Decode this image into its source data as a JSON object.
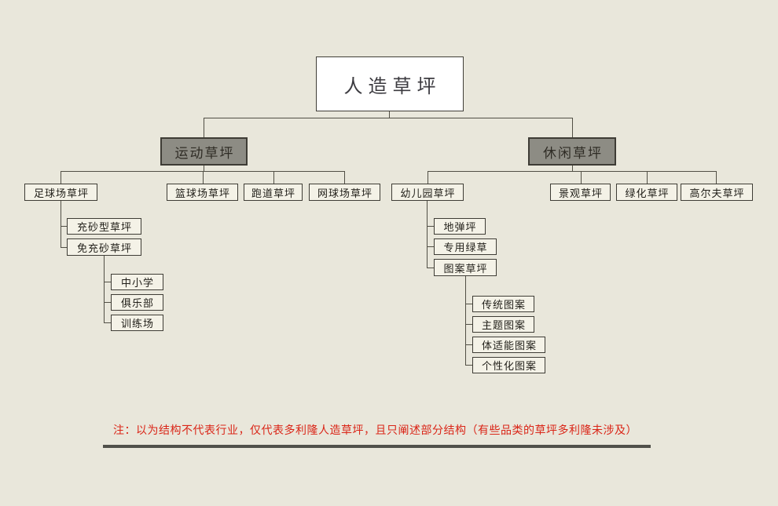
{
  "tree": {
    "root": {
      "label": "人造草坪"
    },
    "children": [
      {
        "label": "运动草坪",
        "children": [
          {
            "label": "足球场草坪",
            "children": [
              {
                "label": "充砂型草坪"
              },
              {
                "label": "免充砂草坪",
                "children": [
                  {
                    "label": "中小学"
                  },
                  {
                    "label": "俱乐部"
                  },
                  {
                    "label": "训练场"
                  }
                ]
              }
            ]
          },
          {
            "label": "篮球场草坪"
          },
          {
            "label": "跑道草坪"
          },
          {
            "label": "网球场草坪"
          }
        ]
      },
      {
        "label": "休闲草坪",
        "children": [
          {
            "label": "幼儿园草坪",
            "children": [
              {
                "label": "地弹坪"
              },
              {
                "label": "专用绿草"
              },
              {
                "label": "图案草坪",
                "children": [
                  {
                    "label": "传统图案"
                  },
                  {
                    "label": "主题图案"
                  },
                  {
                    "label": "体适能图案"
                  },
                  {
                    "label": "个性化图案"
                  }
                ]
              }
            ]
          },
          {
            "label": "景观草坪"
          },
          {
            "label": "绿化草坪"
          },
          {
            "label": "高尔夫草坪"
          }
        ]
      }
    ]
  },
  "note": {
    "text": "注：以为结构不代表行业，仅代表多利隆人造草坪，且只阐述部分结构（有些品类的草坪多利隆未涉及）"
  },
  "colors": {
    "background": "#e9e7db",
    "branch_box_fill": "#8d8c84",
    "leaf_box_fill": "#f4f2e7",
    "connector_line": "#514f45",
    "note_red": "#da2517"
  }
}
